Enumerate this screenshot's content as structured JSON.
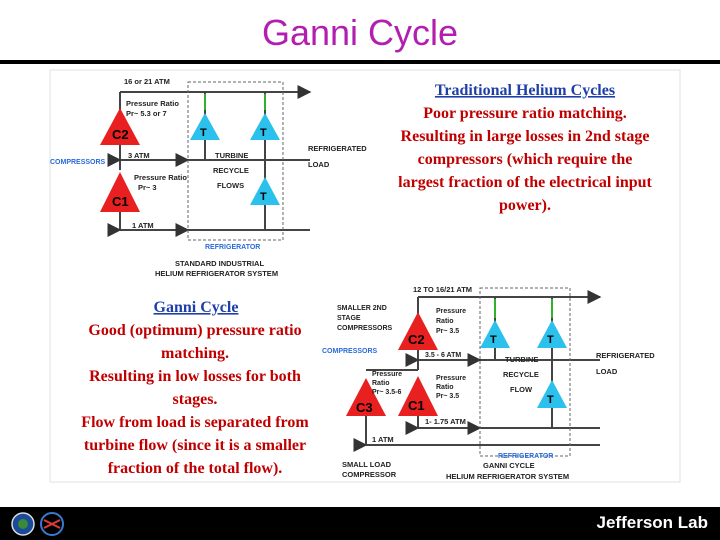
{
  "slide": {
    "title": "Ganni Cycle",
    "footer_brand": "Jefferson Lab"
  },
  "traditional": {
    "heading": "Traditional Helium Cycles",
    "lines": [
      "Poor pressure ratio matching.",
      "Resulting in large losses in 2nd stage",
      "compressors (which require the",
      "largest fraction of the electrical input",
      "power)."
    ]
  },
  "ganni": {
    "heading": "Ganni Cycle",
    "lines": [
      "Good (optimum) pressure ratio",
      "matching.",
      "Resulting in low losses for both",
      "stages.",
      "Flow from load is separated from",
      "turbine flow (since it is a smaller",
      "fraction of the total flow)."
    ]
  },
  "diagram1": {
    "top_pressure": "16 or 21 ATM",
    "pr_top_1": "Pressure Ratio",
    "pr_top_2": "Pr~ 5.3 or 7",
    "compressors": "COMPRESSORS",
    "c2": "C2",
    "c1": "C1",
    "mid_pressure": "3 ATM",
    "pr_bot_1": "Pressure Ratio",
    "pr_bot_2": "Pr~ 3",
    "low_pressure": "1 ATM",
    "t": "T",
    "turbine_1": "TURBINE",
    "turbine_2": "RECYCLE",
    "turbine_3": "FLOWS",
    "load_1": "REFRIGERATED",
    "load_2": "LOAD",
    "refrigerator": "REFRIGERATOR",
    "caption_1": "STANDARD INDUSTRIAL",
    "caption_2": "HELIUM REFRIGERATOR SYSTEM"
  },
  "diagram2": {
    "top_pressure": "12 TO 16/21 ATM",
    "smaller_1": "SMALLER 2ND",
    "smaller_2": "STAGE",
    "smaller_3": "COMPRESSORS",
    "pr_top_1": "Pressure",
    "pr_top_2": "Ratio",
    "pr_top_3": "Pr~ 3.5",
    "compressors": "COMPRESSORS",
    "c2": "C2",
    "c1": "C1",
    "c3": "C3",
    "mid_pressure": "3.5 - 6 ATM",
    "pr_c3_1": "Pressure",
    "pr_c3_2": "Ratio",
    "pr_c3_3": "Pr~ 3.5-6",
    "pr_c1_1": "Pressure",
    "pr_c1_2": "Ratio",
    "pr_c1_3": "Pr~ 3.5",
    "mid_low_pressure": "1- 1.75 ATM",
    "low_pressure": "1 ATM",
    "t": "T",
    "turbine_1": "TURBINE",
    "turbine_2": "RECYCLE",
    "turbine_3": "FLOW",
    "load_1": "REFRIGERATED",
    "load_2": "LOAD",
    "refrigerator": "REFRIGERATOR",
    "caption_1": "GANNI CYCLE",
    "caption_2": "HELIUM REFRIGERATOR SYSTEM",
    "small_load_1": "SMALL LOAD",
    "small_load_2": "COMPRESSOR"
  },
  "colors": {
    "title": "#b21fb0",
    "compressor": "#e82020",
    "turbine": "#2cc0ec",
    "emphasis": "#c00000",
    "heading": "#1f3fa8"
  }
}
